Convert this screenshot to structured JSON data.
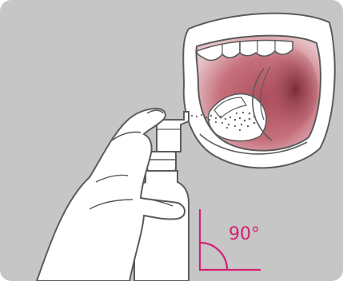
{
  "illustration": {
    "angle_label": "90°"
  },
  "colors": {
    "panel_background": "#c6c6c6",
    "outline": "#5b5b5b",
    "skin": "#ffffff",
    "mouth_interior": "#ad4d5b",
    "mouth_shadow": "#7a2c39",
    "angle_marker": "#d61f75",
    "spray_mist": "#666666"
  },
  "icons": {
    "hand": "hand-holding-bottle",
    "bottle": "oral-spray-bottle",
    "mouth": "open-mouth",
    "angle": "right-angle-marker"
  }
}
